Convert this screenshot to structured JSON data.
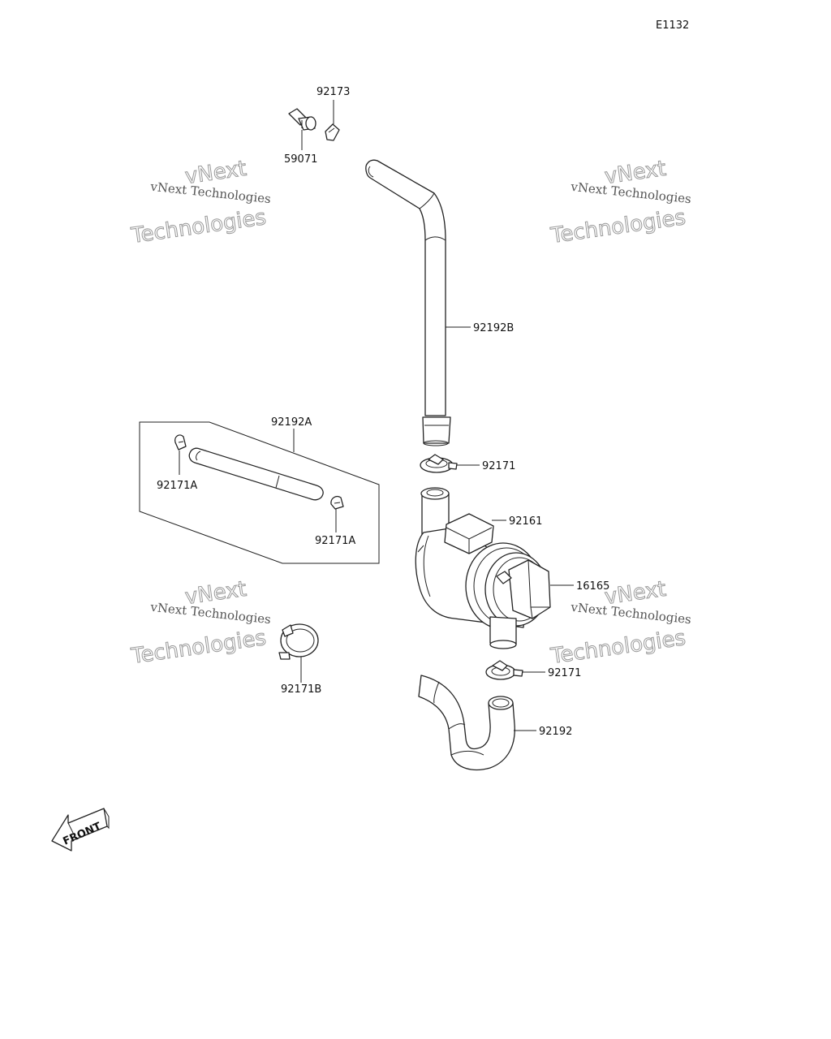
{
  "diagram_code": "E1132",
  "watermark": {
    "brand_line": "vNext Technologies",
    "word_top": "vNext",
    "word_bottom": "Technologies"
  },
  "front_label": "FRONT",
  "parts": [
    {
      "id": "p-92173",
      "number": "92173"
    },
    {
      "id": "p-59071",
      "number": "59071"
    },
    {
      "id": "p-92192B",
      "number": "92192B"
    },
    {
      "id": "p-92192A",
      "number": "92192A"
    },
    {
      "id": "p-92171-upper",
      "number": "92171"
    },
    {
      "id": "p-92171A-left",
      "number": "92171A"
    },
    {
      "id": "p-92171A-right",
      "number": "92171A"
    },
    {
      "id": "p-92161",
      "number": "92161"
    },
    {
      "id": "p-16165",
      "number": "16165"
    },
    {
      "id": "p-92171B",
      "number": "92171B"
    },
    {
      "id": "p-92171-lower",
      "number": "92171"
    },
    {
      "id": "p-92192",
      "number": "92192"
    }
  ]
}
